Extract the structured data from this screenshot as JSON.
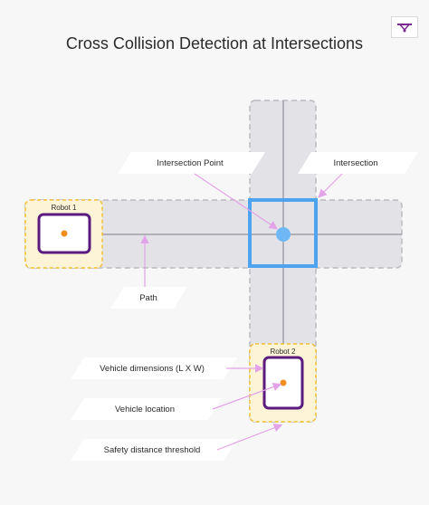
{
  "title": "Cross Collision Detection at Intersections",
  "logo": {
    "icon": "brand-logo-icon"
  },
  "labels": {
    "intersection_point": "Intersection Point",
    "intersection": "Intersection",
    "robot1": "Robot 1",
    "robot2": "Robot 2",
    "path": "Path",
    "vehicle_dimensions": "Vehicle dimensions (L X W)",
    "vehicle_location": "Vehicle location",
    "safety_distance": "Safety distance threshold"
  },
  "colors": {
    "road": "#e3e3e7",
    "road_border": "#b9b9bf",
    "intersection": "#4da3f0",
    "intersection_point": "#6fb8f5",
    "safety_zone_fill": "#fdf3d6",
    "safety_zone_border": "#f2c132",
    "vehicle_border": "#5a1a7e",
    "vehicle_location": "#f28c1e",
    "annotation_arrow": "#e3a3e8",
    "label_fill": "#ffffff"
  }
}
